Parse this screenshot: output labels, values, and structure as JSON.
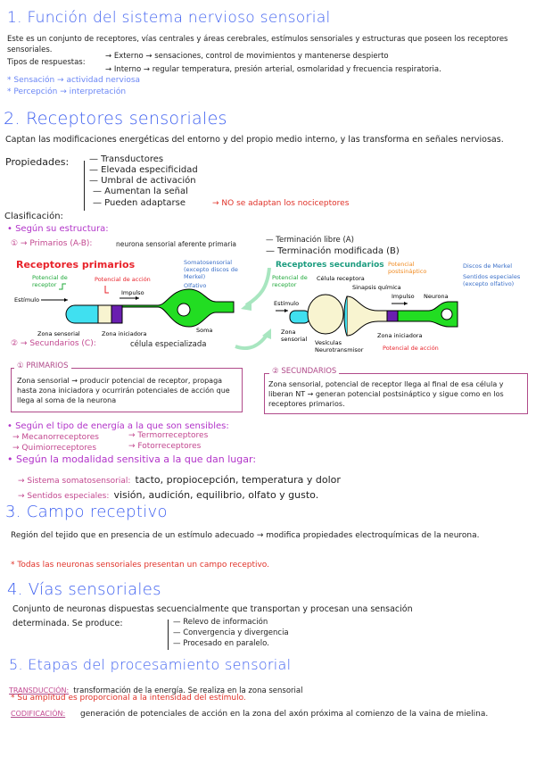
{
  "s1": {
    "title": "1. Función del sistema nervioso sensorial",
    "para": "Este es un conjunto de receptores, vías centrales y áreas cerebrales, estímulos sensoriales y estructuras que poseen los receptores sensoriales.",
    "tipos_label": "Tipos de respuestas:",
    "tipos": [
      "→ Externo → sensaciones, control de movimientos y mantenerse despierto",
      "→ Interno → regular temperatura, presión arterial, osmolaridad y frecuencia respiratoria."
    ],
    "notes": [
      "* Sensación → actividad nerviosa",
      "* Percepción → interpretación"
    ]
  },
  "s2": {
    "title": "2. Receptores sensoriales",
    "para": "Captan las modificaciones energéticas del entorno y del propio medio interno, y las transforma en señales nerviosas.",
    "prop_label": "Propiedades:",
    "props": [
      "— Transductores",
      "— Elevada especificidad",
      "— Umbral de activación",
      "— Aumentan la señal",
      "— Pueden adaptarse"
    ],
    "adapt_note": "→ NO se adaptan los nociceptores",
    "clasif": "Clasificación:",
    "estructura": "• Según su estructura:",
    "primarios": "① → Primarios (A-B):",
    "primarios_desc": "neurona sensorial aferente primaria",
    "terminaciones": [
      "— Terminación libre (A)",
      "— Terminación modificada (B)"
    ],
    "secundarios": "② → Secundarios (C):",
    "secundarios_desc": "célula especializada",
    "diag1": {
      "title": "Receptores primarios",
      "pot_receptor": "Potencial de receptor",
      "pot_accion": "Potencial de acción",
      "impulso": "Impulso",
      "estimulo": "Estímulo",
      "zona_sensorial": "Zona sensorial",
      "zona_iniciadora": "Zona iniciadora",
      "soma": "Soma",
      "legend": [
        "Somatosensorial (excepto discos de Merkel)",
        "Olfativo"
      ]
    },
    "diag2": {
      "title": "Receptores secundarios",
      "pot_receptor": "Potencial de receptor",
      "celula": "Célula receptora",
      "sinapsis": "Sinapsis química",
      "pot_post": "Potencial postsináptico",
      "impulso": "Impulso",
      "neurona": "Neurona",
      "estimulo": "Estímulo",
      "zona_sensorial": "Zona sensorial",
      "vesiculas": "Vesículas Neurotransmisor",
      "zona_iniciadora": "Zona iniciadora",
      "pot_accion": "Potencial de acción",
      "legend": [
        "Discos de Merkel",
        "Sentidos especiales (excepto olfativo)"
      ]
    },
    "box1": {
      "label": "① PRIMARIOS",
      "text": "Zona sensorial → producir potencial de receptor, propaga hasta zona iniciadora y ocurrirán potenciales de acción que llega al soma de la neurona"
    },
    "box2": {
      "label": "② SECUNDARIOS",
      "text": "Zona sensorial, potencial de receptor llega al final de esa célula y liberan NT → generan potencial postsináptico y sigue como en los receptores primarios."
    },
    "energia": "• Según el tipo de energía a la que son sensibles:",
    "energia_items": [
      "→ Mecanorreceptores",
      "→ Termorreceptores",
      "→ Quimiorreceptores",
      "→ Fotorreceptores"
    ],
    "modalidad": "• Según la modalidad sensitiva a la que dan lugar:",
    "mod_items": [
      {
        "label": "→ Sistema somatosensorial:",
        "text": "tacto, propiocepción, temperatura y dolor"
      },
      {
        "label": "→ Sentidos especiales:",
        "text": "visión, audición, equilibrio, olfato y gusto."
      }
    ]
  },
  "s3": {
    "title": "3. Campo receptivo",
    "para": "Región del tejido que en presencia de un estímulo adecuado → modifica propiedades electroquímicas de la neurona.",
    "note": "* Todas las neuronas sensoriales presentan un campo receptivo."
  },
  "s4": {
    "title": "4. Vías sensoriales",
    "para1": "Conjunto de neuronas dispuestas secuencialmente que transportan y procesan una sensación",
    "para2": "determinada. Se produce:",
    "items": [
      "— Relevo de información",
      "— Convergencia y divergencia",
      "— Procesado en paralelo."
    ]
  },
  "s5": {
    "title": "5. Etapas del procesamiento sensorial",
    "trans_label": "TRANSDUCCIÓN:",
    "trans_text": "transformación de la energía. Se realiza en la zona sensorial",
    "note": "* Su amplitud es proporcional a la intensidad del estímulo.",
    "cod_label": "CODIFICACIÓN:",
    "cod_text": "generación de potenciales de acción en la zona del axón próxima al comienzo de la vaina de mielina."
  },
  "colors": {
    "heading": "#3d5ff0",
    "magenta": "#b234c9",
    "pink": "#c2478f",
    "red": "#e0332a",
    "arrow": "#a8e6c0",
    "neuron": "#22dd22"
  }
}
